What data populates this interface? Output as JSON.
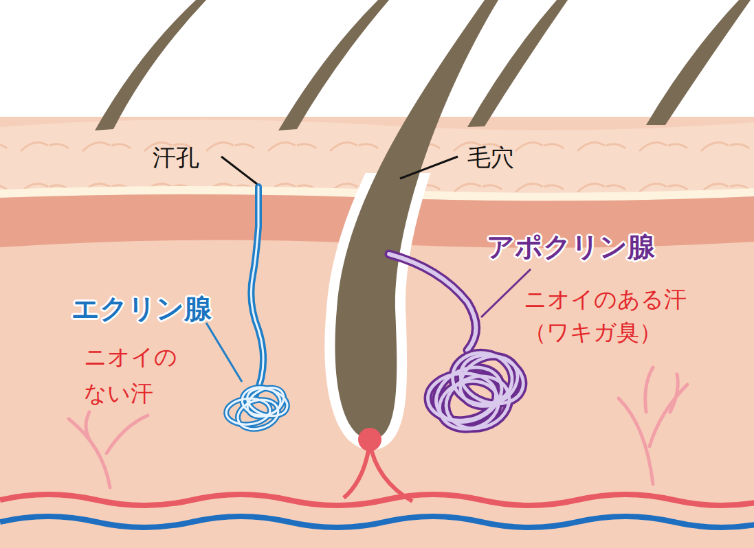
{
  "diagram": {
    "labels": [
      "汗孔",
      "毛穴",
      "アポクリン腺",
      "ニオイのある汗 （ワキガ臭）",
      "エクリン腺",
      "ニオイの ない汗"
    ]
  }
}
